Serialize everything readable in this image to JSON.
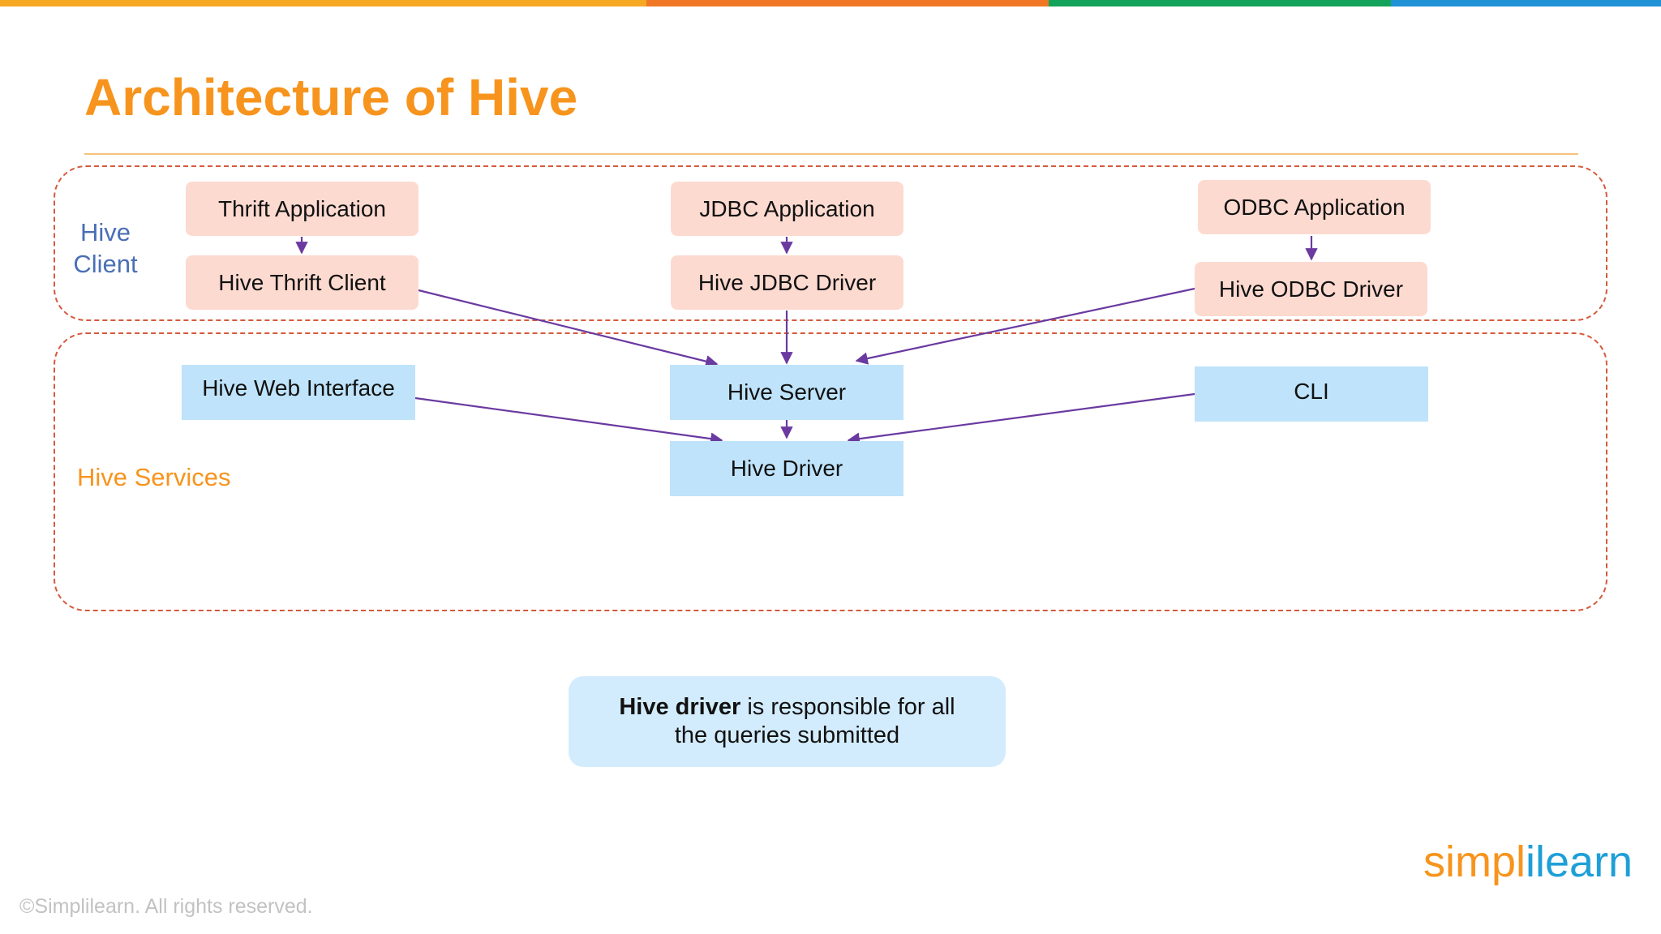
{
  "colors": {
    "top_bar": [
      "#f7a823",
      "#f07724",
      "#14a35a",
      "#1f93d6"
    ],
    "title": "#f7941d",
    "group_border": "#d45a3c",
    "client_box": "#fddad0",
    "service_box": "#bfe3fa",
    "arrow": "#6a3aa0",
    "hive_client_label": "#4a6fb5",
    "hive_services_label": "#f7941d"
  },
  "title": "Architecture of Hive",
  "groups": {
    "client_label_line1": "Hive",
    "client_label_line2": "Client",
    "services_label": "Hive Services"
  },
  "clients": {
    "thrift_app": "Thrift Application",
    "thrift_client": "Hive Thrift Client",
    "jdbc_app": "JDBC Application",
    "jdbc_driver": "Hive JDBC Driver",
    "odbc_app": "ODBC Application",
    "odbc_driver": "Hive ODBC Driver"
  },
  "services": {
    "web_interface": "Hive Web Interface",
    "server": "Hive Server",
    "cli": "CLI",
    "driver": "Hive Driver"
  },
  "note": {
    "bold": "Hive driver",
    "rest_line1": " is responsible for all",
    "line2": "the queries submitted"
  },
  "footer": {
    "copyright": "©Simplilearn. All rights reserved.",
    "logo_part1": "simpl",
    "logo_part2": "ilearn"
  }
}
